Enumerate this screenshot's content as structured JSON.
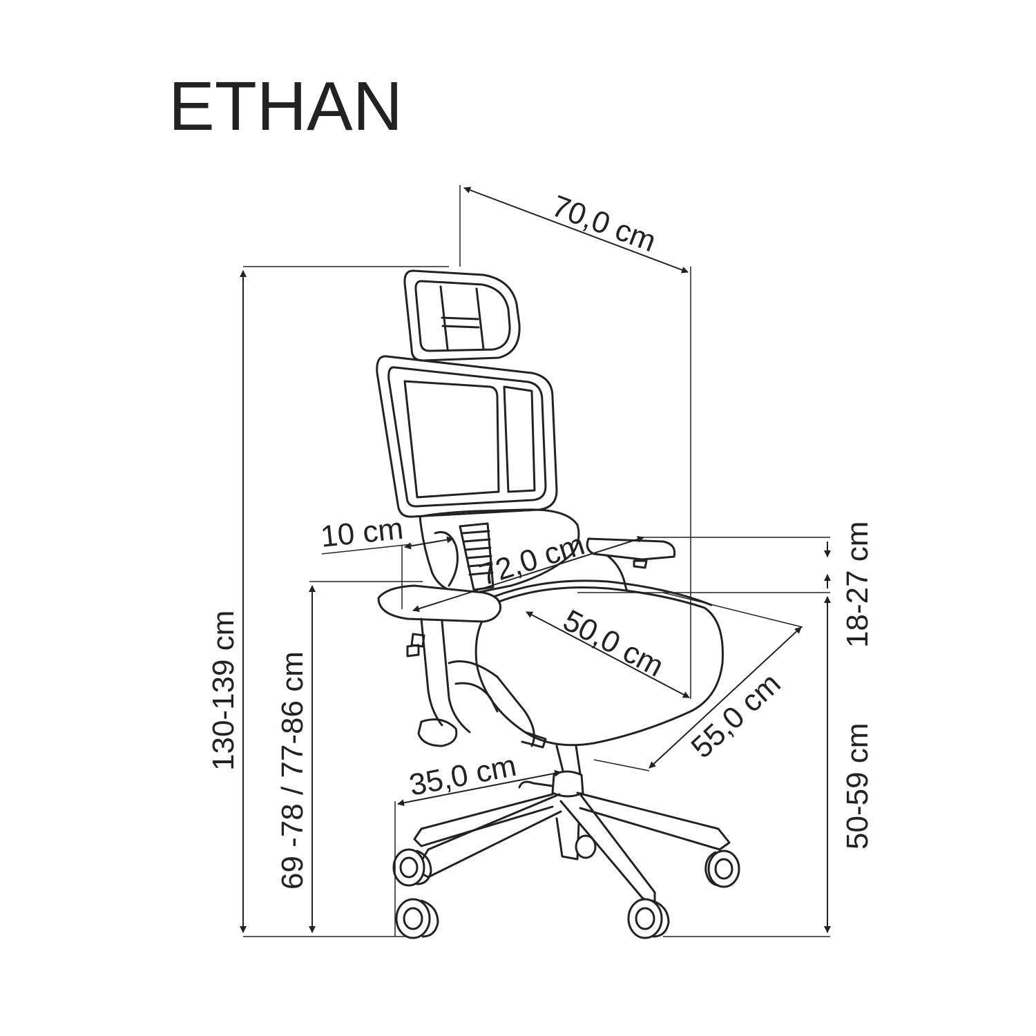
{
  "title": "ETHAN",
  "dimensions": {
    "overall_height": "130-139 cm",
    "armrest_height": "69 -78 / 77-86 cm",
    "headrest_width": "70,0 cm",
    "lumbar": "10 cm",
    "back_height": "72,0 cm",
    "seat_depth": "50,0 cm",
    "seat_width": "55,0 cm",
    "base_radius": "35,0 cm",
    "armrest_adjust": "18-27 cm",
    "seat_height": "50-59 cm"
  },
  "colors": {
    "line": "#222222",
    "background": "#ffffff"
  }
}
